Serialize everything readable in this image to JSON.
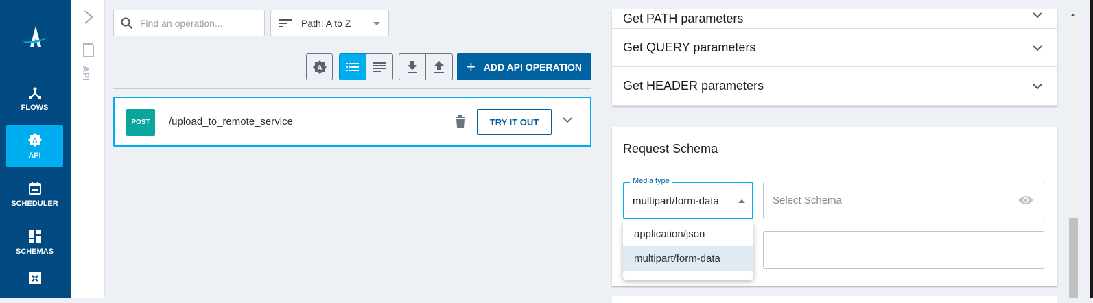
{
  "sidebar": {
    "items": [
      {
        "label": "FLOWS",
        "icon": "flows-icon"
      },
      {
        "label": "API",
        "icon": "api-icon",
        "active": true
      },
      {
        "label": "SCHEDULER",
        "icon": "calendar-icon"
      },
      {
        "label": "SCHEMAS",
        "icon": "schemas-icon"
      },
      {
        "label": "",
        "icon": "fullscreen-icon"
      }
    ]
  },
  "rail": {
    "label": "API"
  },
  "toolbar": {
    "search_placeholder": "Find an operation...",
    "sort_label": "Path: A to Z",
    "add_label": "ADD API OPERATION"
  },
  "operations": [
    {
      "method": "POST",
      "path": "/upload_to_remote_service",
      "try_label": "TRY IT OUT"
    }
  ],
  "right": {
    "accordions": [
      "Get PATH parameters",
      "Get QUERY parameters",
      "Get HEADER parameters"
    ],
    "schema": {
      "title": "Request Schema",
      "media_legend": "Media type",
      "media_value": "multipart/form-data",
      "schema_placeholder": "Select Schema",
      "options": [
        "application/json",
        "multipart/form-data"
      ]
    }
  },
  "colors": {
    "sidebar": "#024a82",
    "accent": "#00aeef",
    "primary": "#0062a1",
    "post": "#0aa59c"
  }
}
